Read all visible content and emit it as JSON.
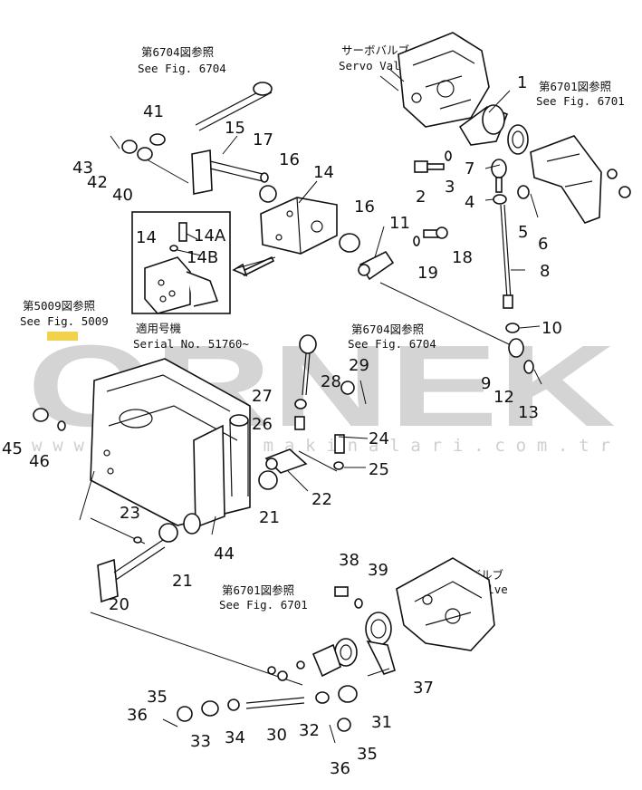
{
  "watermark": {
    "brand": "ORNEK",
    "url": "www.ornekismakinalari.com.tr",
    "accent_color": "#f2d24a"
  },
  "references": [
    {
      "id": "ref-6704-top",
      "jp": "第6704図参照",
      "en": "See Fig. 6704"
    },
    {
      "id": "ref-servo-top",
      "jp": "サーボバルブ",
      "en": "Servo Valve"
    },
    {
      "id": "ref-6701-top",
      "jp": "第6701図参照",
      "en": "See Fig. 6701"
    },
    {
      "id": "ref-5009",
      "jp": "第5009図参照",
      "en": "See Fig. 5009"
    },
    {
      "id": "ref-serial",
      "jp": "適用号機",
      "en": "Serial No. 51760~"
    },
    {
      "id": "ref-6704-mid",
      "jp": "第6704図参照",
      "en": "See Fig. 6704"
    },
    {
      "id": "ref-servo-bottom",
      "jp": "サーボバルブ",
      "en": "Servo Valve"
    },
    {
      "id": "ref-6701-bottom",
      "jp": "第6701図参照",
      "en": "See Fig. 6701"
    }
  ],
  "callouts": [
    "1",
    "2",
    "3",
    "4",
    "5",
    "6",
    "7",
    "8",
    "9",
    "10",
    "11",
    "12",
    "13",
    "14",
    "14A",
    "14B",
    "14",
    "15",
    "16",
    "16",
    "17",
    "18",
    "19",
    "20",
    "21",
    "21",
    "22",
    "23",
    "24",
    "25",
    "26",
    "27",
    "28",
    "29",
    "30",
    "31",
    "32",
    "33",
    "34",
    "35",
    "35",
    "36",
    "36",
    "37",
    "38",
    "39",
    "40",
    "41",
    "42",
    "43",
    "44",
    "45",
    "46"
  ]
}
